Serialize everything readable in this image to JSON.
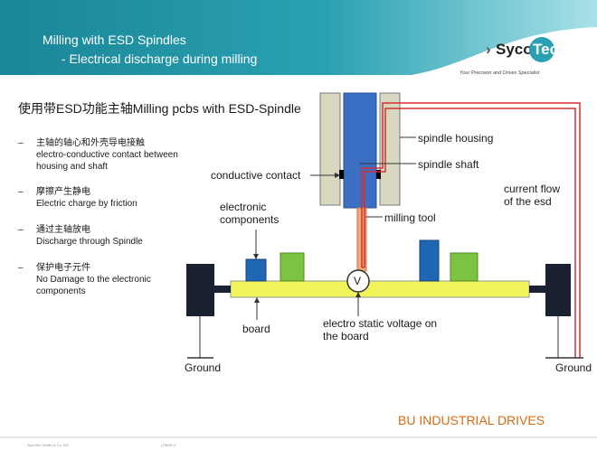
{
  "header": {
    "title_line1": "Milling with ESD Spindles",
    "title_line2": "- Electrical discharge during milling"
  },
  "logo": {
    "arrow": "›",
    "part1": "Syco",
    "part2": "Tec",
    "tagline": "Your Precision and Drives Specialist"
  },
  "heading": "使用带ESD功能主轴Milling pcbs with ESD-Spindle",
  "bullets": [
    {
      "dash": "–",
      "zh": "主轴的轴心和外壳导电接触",
      "en": "electro-conductive contact between housing and shaft"
    },
    {
      "dash": "–",
      "zh": "摩擦产生静电",
      "en": "Electric charge by friction"
    },
    {
      "dash": "–",
      "zh": "通过主轴放电",
      "en": "Discharge through Spindle"
    },
    {
      "dash": "–",
      "zh": "保护电子元件",
      "en": "No Damage to the electronic components"
    }
  ],
  "diagram_labels": {
    "spindle_housing": "spindle housing",
    "spindle_shaft": "spindle shaft",
    "conductive_contact": "conductive contact",
    "milling_tool": "milling tool",
    "electronic_components": "electronic components",
    "current_flow": "current flow of the esd",
    "board": "board",
    "electro_static": "electro static voltage on the board",
    "ground_left": "Ground",
    "ground_right": "Ground",
    "voltmeter": "V"
  },
  "footer": {
    "title": "BU INDUSTRIAL DRIVES",
    "company": "SycoTec GmbH & Co. KG",
    "page": "| PAGE 4"
  },
  "colors": {
    "header": "#1e8d9f",
    "header_light": "#8fd3dc",
    "housing": "#d8d8c0",
    "shaft": "#3a6fc4",
    "tool": "#f2a97a",
    "board": "#f3f35a",
    "component_blue": "#1f66b3",
    "component_green": "#7cc243",
    "clamp": "#1a2232",
    "current": "#d62f2f",
    "accent": "#d96a10"
  },
  "icons": [
    "logo-arrow-icon",
    "voltmeter-icon",
    "ground-symbol-icon"
  ]
}
